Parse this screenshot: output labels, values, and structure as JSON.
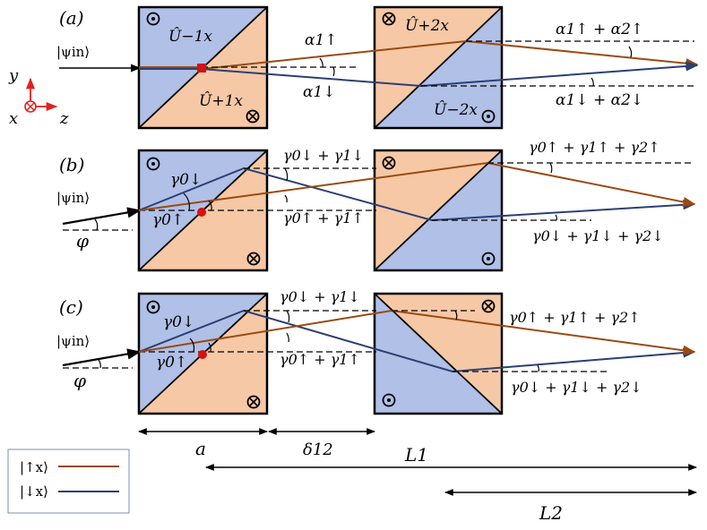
{
  "colors": {
    "blue_fill": "#b0c0e6",
    "orange_fill": "#f6c8a6",
    "up_ray": "#9a4a12",
    "down_ray": "#2b3f73",
    "axis_red": "#e02020",
    "dot_red": "#d81010",
    "black": "#000000"
  },
  "panels": {
    "a": {
      "label": "(a)",
      "input": "|ψin⟩",
      "op_1x_minus": "Û−1x",
      "op_1x_plus": "Û+1x",
      "op_2x_plus": "Û+2x",
      "op_2x_minus": "Û−2x",
      "alpha_1_up": "α1↑",
      "alpha_1_down": "α1↓",
      "alpha_sum_up": "α1↑ + α2↑",
      "alpha_sum_down": "α1↓ + α2↓"
    },
    "b": {
      "label": "(b)",
      "input": "|ψin⟩",
      "phi": "φ",
      "gamma0_down": "γ0↓",
      "gamma0_up": "γ0↑",
      "g01_down": "γ0↓ + γ1↓",
      "g01_up": "γ0↑ + γ1↑",
      "g012_up": "γ0↑ + γ1↑ + γ2↑",
      "g012_down": "γ0↓ + γ1↓ + γ2↓"
    },
    "c": {
      "label": "(c)",
      "input": "|ψin⟩",
      "phi": "φ",
      "gamma0_down": "γ0↓",
      "gamma0_up": "γ0↑",
      "g01_down": "γ0↓ + γ1↓",
      "g01_up": "γ0↑ + γ1↑",
      "g012_up": "γ0↑ + γ1↑ + γ2↑",
      "g012_down": "γ0↓ + γ1↓ + γ2↓"
    }
  },
  "axes": {
    "y": "y",
    "x": "x",
    "z": "z"
  },
  "dimensions": {
    "a": "a",
    "delta": "δ12",
    "L1": "L1",
    "L2": "L2"
  },
  "legend": {
    "up": "|↑x⟩",
    "down": "|↓x⟩"
  }
}
